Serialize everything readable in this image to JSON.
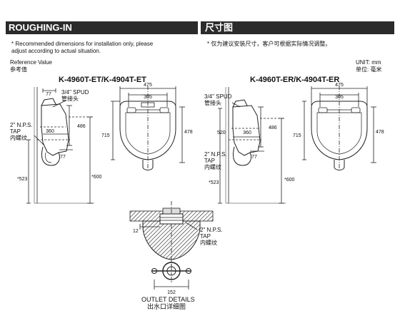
{
  "header": {
    "title_en": "ROUGHING-IN",
    "title_zh": "尺寸图"
  },
  "notes": {
    "en_line1": "* Recommended dimensions for installation only, please",
    "en_line2": "adjust according to actual situation.",
    "zh": "* 仅为建议安装尺寸，客户可根据实际情况调整。"
  },
  "reference": {
    "en": "Reference Value",
    "zh": "参考值"
  },
  "unit": {
    "en": "UNIT: mm",
    "zh": "单位: 毫米"
  },
  "models": {
    "left": "K-4960T-ET/K-4904T-ET",
    "right": "K-4960T-ER/K-4904T-ER"
  },
  "labels": {
    "spud_en": "3/4\" SPUD",
    "spud_zh": "管接头",
    "tap_en_1": "2\" N.P.S.",
    "tap_en_2": "TAP",
    "tap_zh": "内螺纹",
    "outlet_en": "OUTLET DETAILS",
    "outlet_zh": "出水口详细图"
  },
  "dims": {
    "d77": "77",
    "d360": "360",
    "d486": "486",
    "d523": "*523",
    "d600": "*600",
    "d475": "475",
    "d305": "305",
    "d715": "715",
    "d478": "478",
    "d520": "520",
    "d12": "12",
    "d152": "152"
  }
}
